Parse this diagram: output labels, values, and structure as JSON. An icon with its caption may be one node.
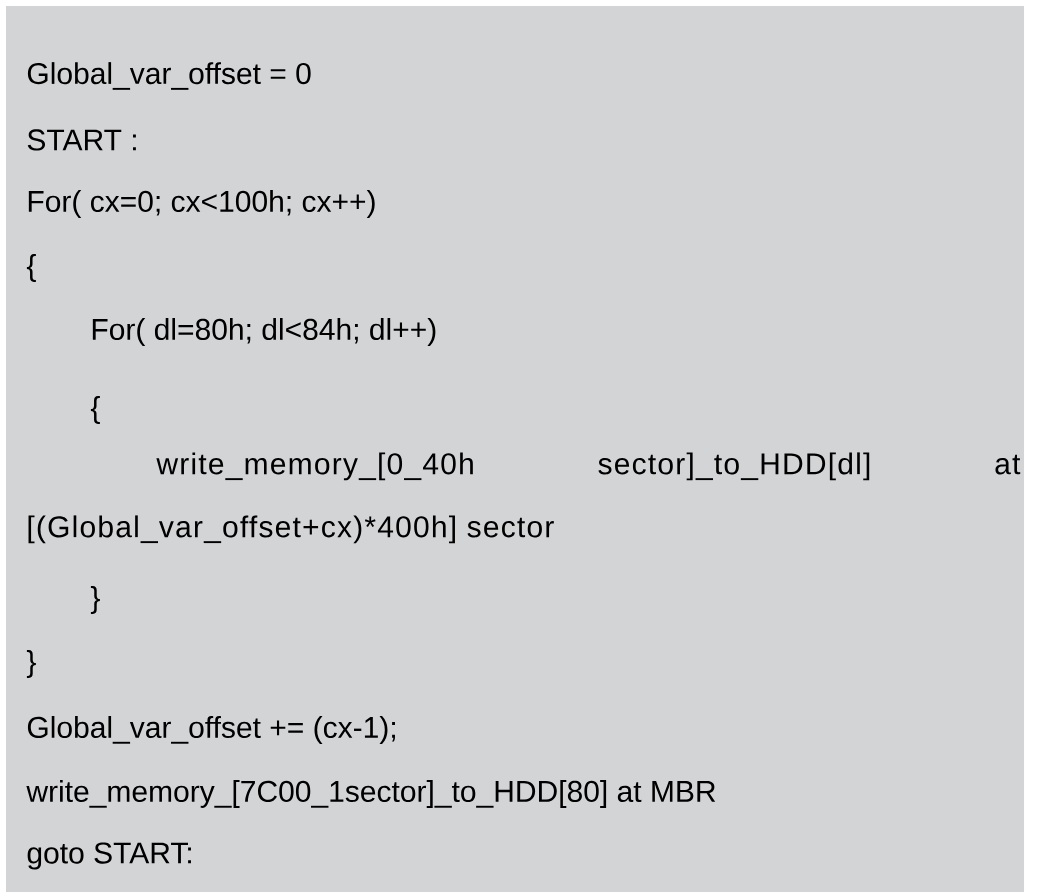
{
  "diagram": {
    "labels": [
      "Global_var_offset = 0",
      "START :",
      "For( cx=0; cx<100h; cx++)",
      "{",
      "For( dl=80h; dl<84h; dl++)",
      "{",
      "write_memory_[0_40h sector]_to_HDD[dl] at [(Global_var_offset+cx)*400h] sector",
      "}",
      "}",
      "Global_var_offset += (cx-1);",
      "write_memory_[7C00_1sector]_to_HDD[80] at MBR",
      "goto START:"
    ]
  }
}
